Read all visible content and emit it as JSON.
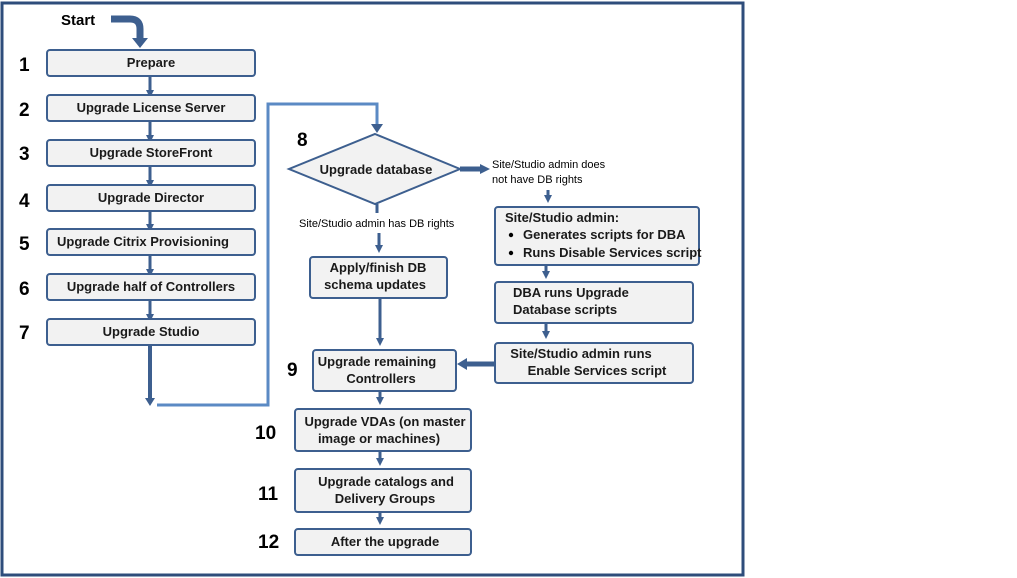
{
  "start_label": "Start",
  "steps": {
    "prepare": "Prepare",
    "license": "Upgrade License Server",
    "storefront": "Upgrade StoreFront",
    "director": "Upgrade Director",
    "provisioning": "Upgrade Citrix Provisioning",
    "half_controllers": "Upgrade half of Controllers",
    "studio": "Upgrade Studio",
    "database": "Upgrade database",
    "apply_line1": "Apply/finish DB",
    "apply_line2": "schema updates",
    "remaining_line1": "Upgrade remaining",
    "remaining_line2": "Controllers",
    "vdas_line1": "Upgrade VDAs (on master",
    "vdas_line2": "image or machines)",
    "catalogs_line1": "Upgrade catalogs and",
    "catalogs_line2": "Delivery Groups",
    "after": "After the upgrade",
    "admin_title": "Site/Studio admin:",
    "admin_bullet1": "Generates scripts for DBA",
    "admin_bullet2": "Runs Disable Services script",
    "dba_line1": "DBA runs Upgrade",
    "dba_line2": "Database scripts",
    "enable_line1": "Site/Studio admin runs",
    "enable_line2": "Enable Services script"
  },
  "numbers": [
    "1",
    "2",
    "3",
    "4",
    "5",
    "6",
    "7",
    "8",
    "9",
    "10",
    "11",
    "12"
  ],
  "labels": {
    "has_rights": "Site/Studio  admin has DB rights",
    "no_rights_line1": "Site/Studio admin does",
    "no_rights_line2": "not have  DB rights"
  },
  "colors": {
    "border": "#2e4d7b",
    "connector": "#3d5f8f",
    "box_fill": "#f2f2f2"
  }
}
